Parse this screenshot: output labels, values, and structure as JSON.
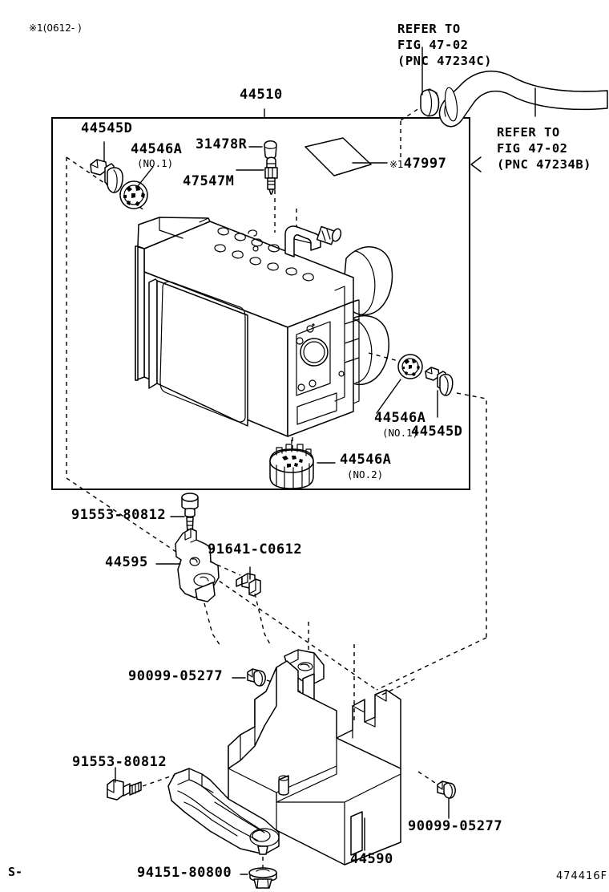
{
  "diagram": {
    "id_code": "474416F",
    "sheet_mark": "S-",
    "top_note": "※1(0612-        )"
  },
  "refer_blocks": [
    {
      "name": "refer-to-47234c",
      "line1": "REFER TO",
      "line2": "FIG 47-02",
      "line3": "(PNC 47234C)"
    },
    {
      "name": "refer-to-47234b",
      "line1": "REFER TO",
      "line2": "FIG 47-02",
      "line3": "(PNC 47234B)"
    }
  ],
  "part_labels": [
    {
      "name": "label-44510",
      "text": "44510",
      "sub": ""
    },
    {
      "name": "label-44545d-top",
      "text": "44545D",
      "sub": ""
    },
    {
      "name": "label-44546a-no1-top",
      "text": "44546A",
      "sub": "(NO.1)"
    },
    {
      "name": "label-31478r",
      "text": "31478R",
      "sub": ""
    },
    {
      "name": "label-47547m",
      "text": "47547M",
      "sub": ""
    },
    {
      "name": "label-47997",
      "text": "47997",
      "sub": "",
      "prefix": "※1"
    },
    {
      "name": "label-44546a-no1-right",
      "text": "44546A",
      "sub": "(NO.1)"
    },
    {
      "name": "label-44545d-right",
      "text": "44545D",
      "sub": ""
    },
    {
      "name": "label-44546a-no2",
      "text": "44546A",
      "sub": "(NO.2)"
    },
    {
      "name": "label-91553-80812-upper",
      "text": "91553-80812",
      "sub": ""
    },
    {
      "name": "label-44595",
      "text": "44595",
      "sub": ""
    },
    {
      "name": "label-91641-c0612",
      "text": "91641-C0612",
      "sub": ""
    },
    {
      "name": "label-90099-05277-left",
      "text": "90099-05277",
      "sub": ""
    },
    {
      "name": "label-91553-80812-lower",
      "text": "91553-80812",
      "sub": ""
    },
    {
      "name": "label-90099-05277-right",
      "text": "90099-05277",
      "sub": ""
    },
    {
      "name": "label-44590",
      "text": "44590",
      "sub": ""
    },
    {
      "name": "label-94151-80800",
      "text": "94151-80800",
      "sub": ""
    }
  ],
  "colors": {
    "line": "#000000",
    "background": "#ffffff"
  }
}
